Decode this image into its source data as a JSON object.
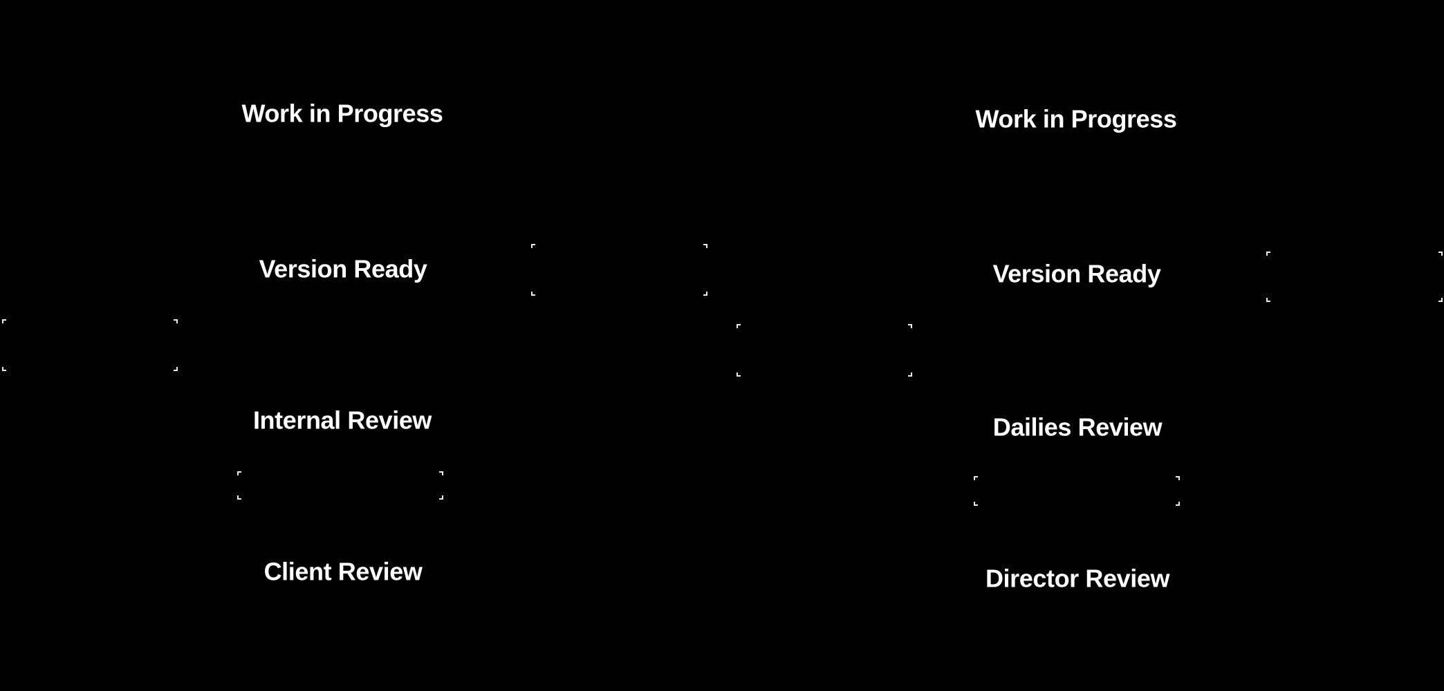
{
  "canvas": {
    "background_color": "#000000",
    "label_color": "#ffffff",
    "tick_color": "#ededed"
  },
  "diagrams": [
    {
      "id": "left-pipeline",
      "nodes": [
        {
          "label": "Work in Progress"
        },
        {
          "label": "Version Ready"
        },
        {
          "label": "Internal Review"
        },
        {
          "label": "Client Review"
        }
      ]
    },
    {
      "id": "right-pipeline",
      "nodes": [
        {
          "label": "Work in Progress"
        },
        {
          "label": "Version Ready"
        },
        {
          "label": "Dailies Review"
        },
        {
          "label": "Director Review"
        }
      ]
    }
  ]
}
